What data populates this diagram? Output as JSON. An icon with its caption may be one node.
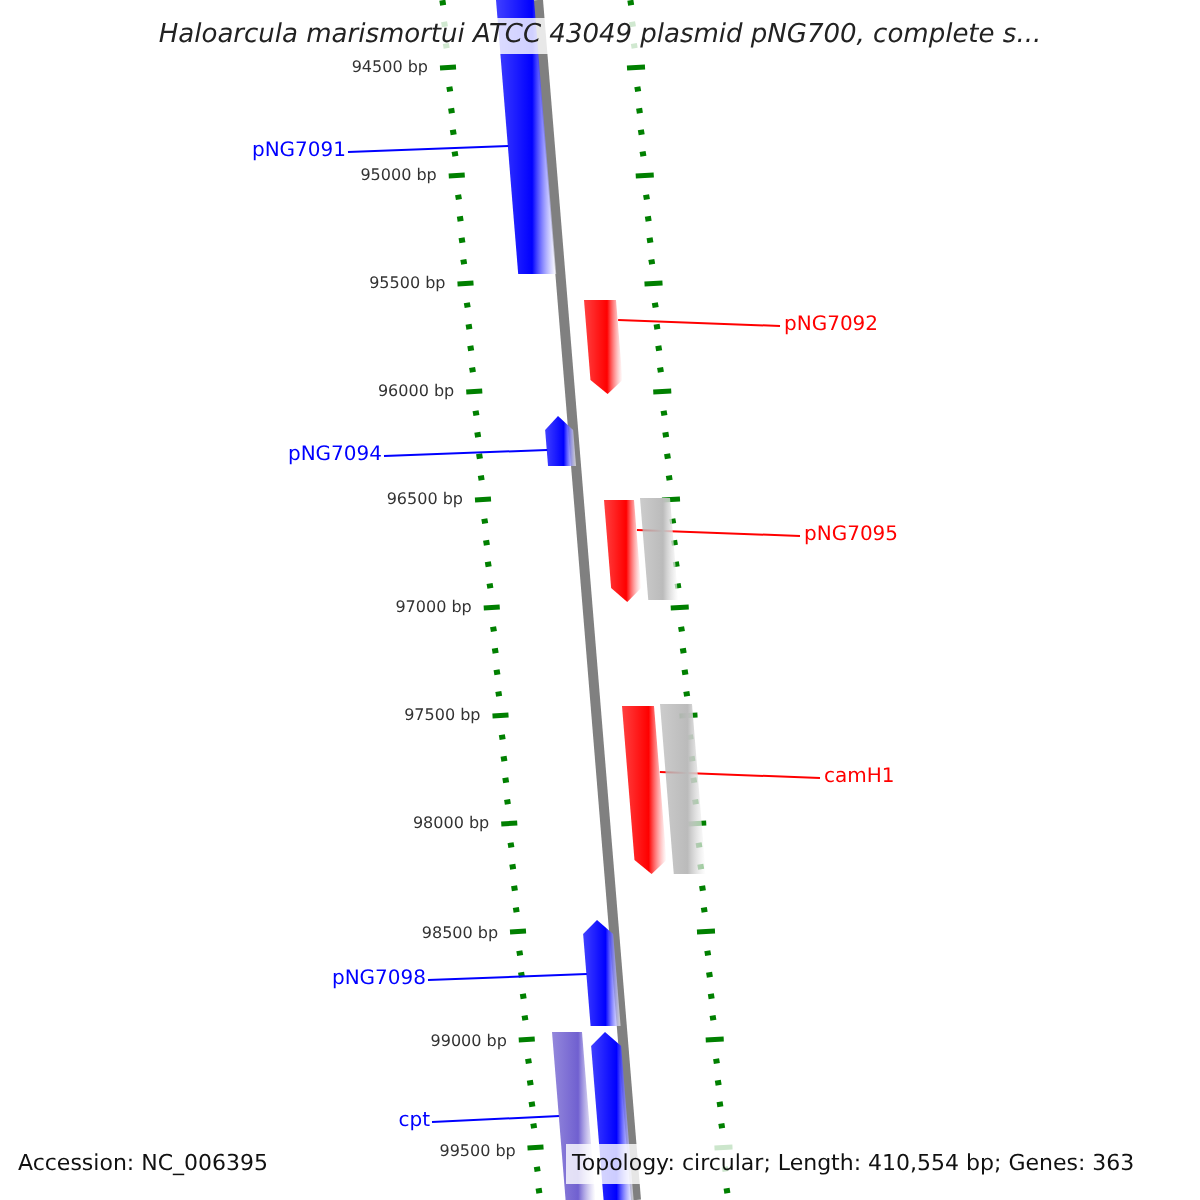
{
  "diagram": {
    "title": "Haloarcula marismortui ATCC 43049 plasmid pNG700, complete s...",
    "nodes": [
      {
        "text": [
          "pNG7091"
        ]
      },
      {
        "text": [],
        "shape": "arrow"
      },
      {
        "text": [
          "pNG7092"
        ]
      },
      {
        "text": [],
        "shape": "arrow"
      },
      {
        "text": [
          "pNG7094"
        ]
      },
      {
        "text": [],
        "shape": "arrow"
      },
      {
        "text": [
          "pNG7095"
        ]
      },
      {
        "text": [],
        "shape": "arrow"
      },
      {
        "text": [],
        "shape": "bar"
      },
      {
        "text": [
          "camH1"
        ]
      },
      {
        "text": [],
        "shape": "arrow"
      },
      {
        "text": [],
        "shape": "bar"
      },
      {
        "text": [
          "pNG7098"
        ]
      },
      {
        "text": [],
        "shape": "arrow"
      },
      {
        "text": [
          "cpt"
        ]
      },
      {
        "text": [],
        "shape": "bar"
      },
      {
        "text": [],
        "shape": "arrow"
      }
    ],
    "edges": [
      {
        "from": 0,
        "to": 1,
        "arrow": "none"
      },
      {
        "from": 2,
        "to": 3,
        "arrow": "none",
        "color": "#ff0000"
      },
      {
        "from": 4,
        "to": 5,
        "arrow": "none"
      },
      {
        "from": 6,
        "to": 7,
        "arrow": "none",
        "color": "#ff0000"
      },
      {
        "from": 9,
        "to": 10,
        "arrow": "none",
        "color": "#ff0000"
      },
      {
        "from": 12,
        "to": 13,
        "arrow": "none"
      },
      {
        "from": 14,
        "to": 15,
        "arrow": "none"
      }
    ],
    "labels": [
      "94500 bp",
      "95000 bp",
      "95500 bp",
      "96000 bp",
      "96500 bp",
      "97000 bp",
      "97500 bp",
      "98000 bp",
      "98500 bp",
      "99000 bp",
      "99500 bp",
      "Accession: NC_006395",
      "Topology: circular; Length: 410,554 bp; Genes: 363"
    ]
  }
}
